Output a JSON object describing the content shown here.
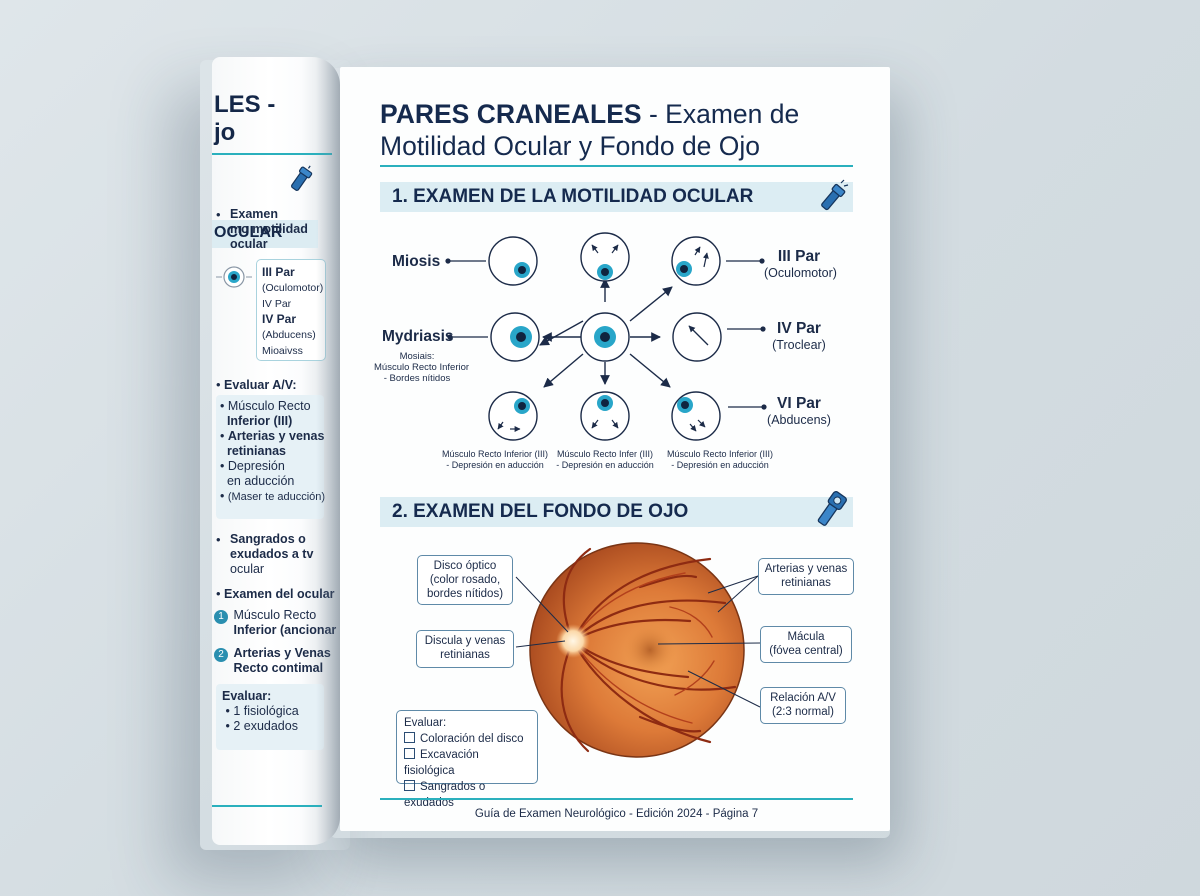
{
  "left_page": {
    "title_line1": "LES -",
    "title_line2": "jo",
    "section": "OCULAR",
    "bullet_examen_lines": [
      "Examen",
      "mo motilidad",
      "ocular"
    ],
    "par_box": [
      "III Par",
      "(Oculomotor)",
      "IV Par",
      "IV Par",
      "(Abducens)",
      "Mioaivss"
    ],
    "evaluar_av": "Evaluar A/V:",
    "av_items": [
      [
        "Músculo Recto",
        "Inferior (III)"
      ],
      [
        "Arterias y venas",
        "retinianas"
      ],
      [
        "Depresión",
        "en aducción"
      ],
      [
        "(Maser te aducción)"
      ]
    ],
    "sangrados_lines": [
      "Sangrados o",
      "exudados a tv",
      "ocular"
    ],
    "examen_ocular": "Examen del ocular",
    "numbered": [
      {
        "n": "1",
        "lines": [
          "Músculo Recto",
          "Inferior (ancionar"
        ]
      },
      {
        "n": "2",
        "lines": [
          "Arterias y   Venas",
          "Recto contimal"
        ]
      }
    ],
    "evaluar_box": {
      "title": "Evaluar:",
      "items": [
        "1 fisiológica",
        "2 exudados"
      ]
    }
  },
  "main": {
    "title_bold": "PARES CRANEALES",
    "title_rest": " - Examen de",
    "title_line2": "Motilidad Ocular y Fondo de Ojo",
    "section1": "1. EXAMEN DE LA MOTILIDAD OCULAR",
    "section2": "2. EXAMEN DEL FONDO DE OJO",
    "motility_labels": {
      "miosis": "Miosis",
      "mydriasis": "Mydriasis",
      "mydriasis_note": [
        "Mosiais:",
        "Músculo Recto Inferior",
        "- Bordes nítidos"
      ],
      "iii_par": "III Par",
      "iii_sub": "(Oculomotor)",
      "iv_par": "IV Par",
      "iv_sub": "(Troclear)",
      "vi_par": "VI Par",
      "vi_sub": "(Abducens)"
    },
    "captions": [
      [
        "Músculo Recto Inferior (III)",
        "- Depresión en aducción"
      ],
      [
        "Músculo Recto Infer (III)",
        "- Depresión en aducción"
      ],
      [
        "Músculo Recto Inferior (III)",
        "- Depresión en aducción"
      ]
    ],
    "fundus_labels": {
      "disco": [
        "Disco óptico",
        "(color rosado,",
        "bordes nítidos)"
      ],
      "discula": [
        "Discula y venas",
        "retinianas"
      ],
      "arterias": [
        "Arterias y venas",
        "retinianas"
      ],
      "macula": [
        "Mácula",
        "(fóvea central)"
      ],
      "relacion": [
        "Relación A/V",
        "(2:3 normal)"
      ]
    },
    "evaluar": {
      "title": "Evaluar:",
      "items": [
        "Coloración del disco",
        "Excavación fisiológica",
        "Sangrados o exudados"
      ]
    },
    "footer": "Guía de Examen Neurológico - Edición 2024 - Página 7"
  },
  "colors": {
    "accent": "#2ab0bd",
    "navy": "#152a4e",
    "band": "#dcedf3",
    "iris": "#29a6c9",
    "fundus": "#d9753a"
  }
}
